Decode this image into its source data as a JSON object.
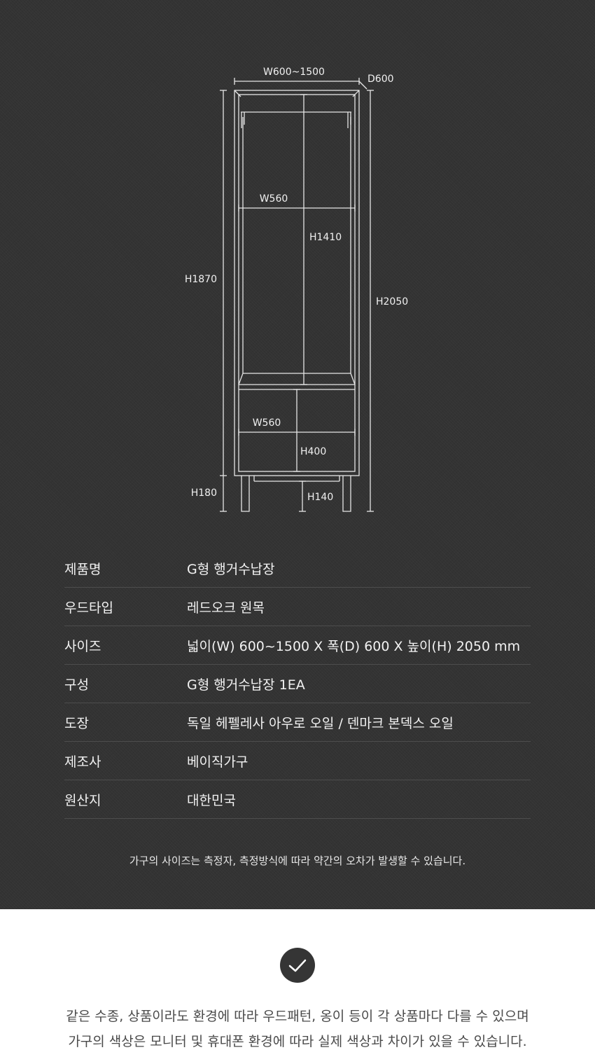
{
  "diagram": {
    "labels": {
      "total_width": "W600~1500",
      "depth": "D600",
      "inner_width_top": "W560",
      "inner_height": "H1410",
      "frame_height": "H1870",
      "total_height": "H2050",
      "inner_width_drawer": "W560",
      "drawer_height": "H400",
      "leg_height_left": "H180",
      "leg_height_center": "H140"
    }
  },
  "specs": [
    {
      "label": "제품명",
      "value": "G형 행거수납장"
    },
    {
      "label": "우드타입",
      "value": "레드오크 원목"
    },
    {
      "label": "사이즈",
      "value": "넓이(W) 600~1500 X 폭(D) 600 X 높이(H) 2050 mm"
    },
    {
      "label": "구성",
      "value": "G형 행거수납장 1EA"
    },
    {
      "label": "도장",
      "value": "독일 헤펠레사 아우로 오일 / 덴마크 본덱스 오일"
    },
    {
      "label": "제조사",
      "value": "베이직가구"
    },
    {
      "label": "원산지",
      "value": "대한민국"
    }
  ],
  "note": "가구의 사이즈는 측정자, 측정방식에 따라 약간의 오차가 발생할 수 있습니다.",
  "notice": {
    "icon": "check-icon",
    "line1": "같은 수종, 상품이라도 환경에 따라 우드패턴, 옹이 등이 각 상품마다 다를 수 있으며",
    "line2": "가구의 색상은 모니터 및 휴대폰 환경에 따라 실제 색상과 차이가 있을 수 있습니다."
  },
  "colors": {
    "dark_background": "#333333",
    "light_text": "#f0f0f0",
    "divider": "#4d4d4d",
    "check_circle": "#353535"
  }
}
